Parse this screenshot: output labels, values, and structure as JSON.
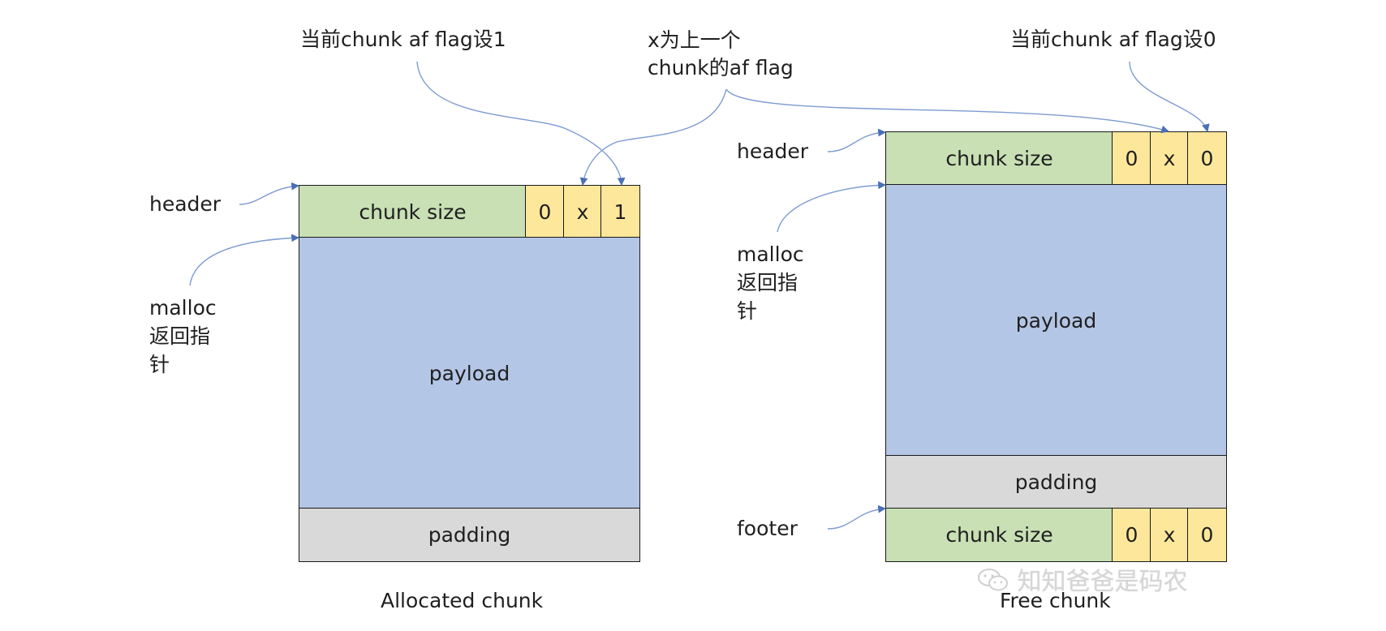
{
  "annotations": {
    "allocated_flag_note": "当前chunk af flag设1",
    "prev_flag_note": "x为上一个\nchunk的af flag",
    "free_flag_note": "当前chunk af flag设0"
  },
  "allocated": {
    "header_label": "header",
    "malloc_label": "malloc\n返回指\n针",
    "chunk_size": "chunk size",
    "flags": [
      "0",
      "x",
      "1"
    ],
    "payload": "payload",
    "padding": "padding",
    "caption": "Allocated chunk"
  },
  "free": {
    "header_label": "header",
    "malloc_label": "malloc\n返回指\n针",
    "footer_label": "footer",
    "chunk_size": "chunk size",
    "header_flags": [
      "0",
      "x",
      "0"
    ],
    "payload": "payload",
    "padding": "padding",
    "footer_chunk_size": "chunk size",
    "footer_flags": [
      "0",
      "x",
      "0"
    ],
    "caption": "Free chunk"
  },
  "watermark": "知知爸爸是码农",
  "colors": {
    "size_field": "#c8e0b4",
    "payload": "#b4c6e6",
    "padding": "#d9d9d9",
    "flag": "#fde79b",
    "arrow": "#4a6fb5"
  }
}
